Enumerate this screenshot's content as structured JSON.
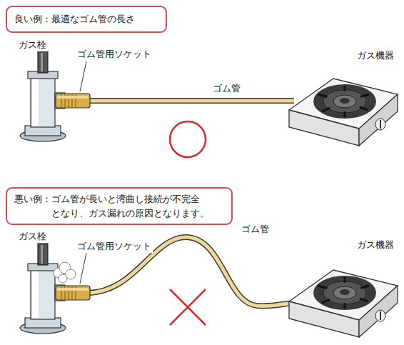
{
  "diagram": {
    "nodes": [
      {
        "text": [
          "良い例：最適なゴム管の長さ"
        ]
      },
      {
        "text": [
          "悪い例：ゴム管が長いと湾曲し接続が不完全 となり、ガス漏れの原因となります。"
        ]
      }
    ],
    "labels": [
      "ガス栓",
      "ゴム管用ソケット",
      "ゴム管",
      "ガス機器",
      "ガス栓",
      "ゴム管用ソケット",
      "ゴム管",
      "ガス機器"
    ]
  }
}
